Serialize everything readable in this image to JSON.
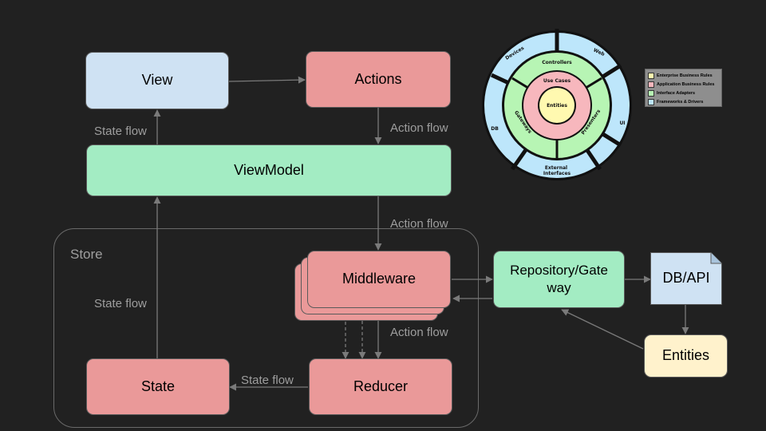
{
  "nodes": {
    "view": "View",
    "actions": "Actions",
    "viewmodel": "ViewModel",
    "middleware": "Middleware",
    "repository": "Repository/Gate\nway",
    "db_api": "DB/API",
    "entities": "Entities",
    "state": "State",
    "reducer": "Reducer"
  },
  "group": {
    "store": "Store"
  },
  "edge_labels": {
    "state_flow_top": "State flow",
    "action_flow_top": "Action flow",
    "action_flow_mid": "Action flow",
    "state_flow_left": "State flow",
    "action_flow_bottom": "Action flow",
    "state_flow_bottom": "State flow"
  },
  "clean_arch": {
    "rings": [
      "Entities",
      "Use Cases",
      "Controllers",
      "Gateways",
      "Presenters",
      "Devices",
      "Web",
      "UI",
      "External Interfaces",
      "DB"
    ],
    "legend": [
      {
        "label": "Enterprise Business Rules",
        "color": "#fff9b0"
      },
      {
        "label": "Application Business Rules",
        "color": "#f7b7bd"
      },
      {
        "label": "Interface Adapters",
        "color": "#b7f5b4"
      },
      {
        "label": "Frameworks & Drivers",
        "color": "#bde6fb"
      }
    ]
  },
  "colors": {
    "background": "#212121",
    "view": "#cfe2f3",
    "action_red": "#ea9999",
    "viewmodel_green": "#a3ecc3",
    "entities_yellow": "#fff2cc",
    "arrow": "#7a7a7a"
  }
}
